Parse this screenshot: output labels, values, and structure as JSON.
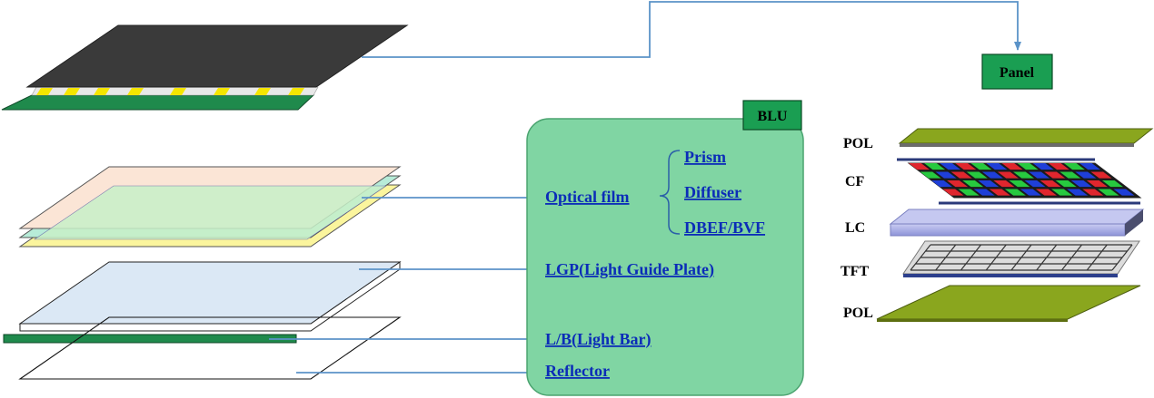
{
  "labels": {
    "panel": "Panel",
    "blu": "BLU",
    "optical_film": "Optical film",
    "prism": "Prism",
    "diffuser": "Diffuser",
    "dbef": "DBEF/BVF",
    "lgp": "LGP(Light Guide Plate)",
    "light_bar": "L/B(Light Bar)",
    "reflector": "Reflector",
    "pol_top": "POL",
    "cf": "CF",
    "lc": "LC",
    "tft": "TFT",
    "pol_bottom": "POL"
  },
  "colors": {
    "arrow": "#5b93c8",
    "box_green": "#1a9e52",
    "blu_fill": "#80d5a3",
    "panel_dark": "#3c3c3c",
    "pcb_green": "#1f8a4c",
    "pol_green": "#8aa61e",
    "lc_purple": "#a8aee6",
    "link_blue": "#0b2cb8"
  }
}
